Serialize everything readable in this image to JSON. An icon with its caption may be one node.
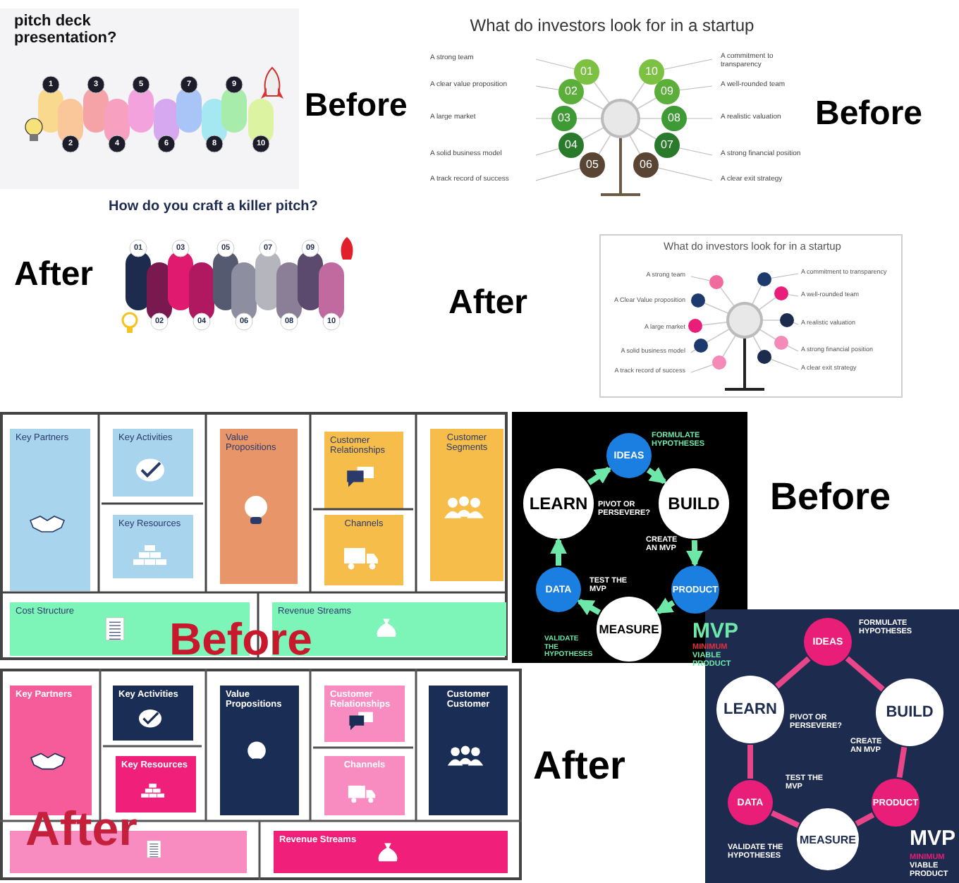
{
  "diagram": {
    "nodes": [
      {
        "text": [
          "pitch deck presentation?"
        ]
      },
      {
        "text": [
          "What do investors look for in a startup"
        ]
      },
      {
        "text": [
          "How do you craft a killer pitch?"
        ]
      },
      {
        "text": [
          "What do investors look for in a startup"
        ]
      },
      {
        "text": [],
        "shape": "box"
      },
      {
        "text": [
          "Key Partners"
        ],
        "in": 4
      },
      {
        "text": [
          "Key Activities"
        ],
        "in": 4
      },
      {
        "text": [
          "Key Resources"
        ],
        "in": 4
      },
      {
        "text": [
          "Value Propositions"
        ],
        "in": 4
      },
      {
        "text": [
          "Customer Relationships"
        ],
        "in": 4
      },
      {
        "text": [
          "Channels"
        ],
        "in": 4
      },
      {
        "text": [
          "Customer Segments"
        ],
        "in": 4
      },
      {
        "text": [
          "Cost Structure"
        ],
        "in": 4
      },
      {
        "text": [
          "Revenue Streams"
        ],
        "in": 4
      },
      {
        "text": [],
        "shape": "box"
      },
      {
        "text": [
          "IDEAS"
        ],
        "in": 14
      },
      {
        "text": [
          "BUILD"
        ],
        "in": 14
      },
      {
        "text": [
          "PRODUCT"
        ],
        "in": 14
      },
      {
        "text": [
          "MEASURE"
        ],
        "in": 14
      },
      {
        "text": [
          "DATA"
        ],
        "in": 14
      },
      {
        "text": [
          "LEARN"
        ],
        "in": 14
      },
      {
        "text": [],
        "shape": "box"
      },
      {
        "text": [
          "Key Partners"
        ],
        "in": 21
      },
      {
        "text": [
          "Key Activities"
        ],
        "in": 21
      },
      {
        "text": [
          "Value Propositions"
        ],
        "in": 21
      },
      {
        "text": [
          "Customer Relationships"
        ],
        "in": 21
      },
      {
        "text": [
          "Customer Customer"
        ],
        "in": 21
      },
      {
        "text": [
          "Key Resources"
        ],
        "in": 21
      },
      {
        "text": [
          "Channels"
        ],
        "in": 21
      },
      {
        "text": [],
        "shape": "box",
        "in": 21
      },
      {
        "text": [
          "Revenue Streams"
        ],
        "in": 21
      },
      {
        "text": [],
        "shape": "box"
      },
      {
        "text": [
          "IDEAS"
        ],
        "in": 31
      },
      {
        "text": [
          "BUILD"
        ],
        "in": 31
      },
      {
        "text": [
          "PRODUCT"
        ],
        "in": 31
      },
      {
        "text": [
          "MEASURE"
        ],
        "in": 31
      },
      {
        "text": [
          "DATA"
        ],
        "in": 31
      },
      {
        "text": [
          "LEARN"
        ],
        "in": 31
      }
    ],
    "edges": [
      {
        "from": 15,
        "to": 16,
        "arrow": "to",
        "color": "#6ee8a8"
      },
      {
        "from": 16,
        "to": 17,
        "arrow": "to",
        "color": "#6ee8a8"
      },
      {
        "from": 17,
        "to": 18,
        "arrow": "to",
        "color": "#6ee8a8"
      },
      {
        "from": 18,
        "to": 19,
        "arrow": "to",
        "color": "#6ee8a8"
      },
      {
        "from": 19,
        "to": 20,
        "arrow": "to",
        "color": "#6ee8a8"
      },
      {
        "from": 20,
        "to": 15,
        "arrow": "to",
        "color": "#6ee8a8"
      },
      {
        "from": 32,
        "to": 33,
        "arrow": "none",
        "color": "#e8458a"
      },
      {
        "from": 33,
        "to": 34,
        "arrow": "none",
        "color": "#e8458a"
      },
      {
        "from": 34,
        "to": 35,
        "arrow": "none",
        "color": "#e8458a"
      },
      {
        "from": 35,
        "to": 36,
        "arrow": "none",
        "color": "#e8458a"
      },
      {
        "from": 36,
        "to": 37,
        "arrow": "none",
        "color": "#e8458a"
      },
      {
        "from": 37,
        "to": 32,
        "arrow": "none",
        "color": "#e8458a"
      }
    ],
    "labels": [
      "Before",
      "Before",
      "After",
      "After",
      "Before",
      "Before",
      "After",
      "After",
      "1",
      "2",
      "3",
      "4",
      "5",
      "6",
      "7",
      "8",
      "9",
      "10",
      "01",
      "02",
      "03",
      "04",
      "05",
      "06",
      "07",
      "08",
      "09",
      "10",
      "A strong team",
      "A clear value proposition",
      "A large market",
      "A solid business model",
      "A track record of success",
      "A commitment to transparency",
      "A well-rounded team",
      "A realistic valuation",
      "A strong financial position",
      "A clear exit strategy",
      "01",
      "02",
      "03",
      "04",
      "05",
      "06",
      "07",
      "08",
      "09",
      "10",
      "A strong team",
      "A Clear Value proposition",
      "A large market",
      "A solid business model",
      "A track record of success",
      "A commitment to transparency",
      "A well-rounded team",
      "A realistic valuation",
      "A strong financial position",
      "A clear exit strategy",
      "FORMULATE HYPOTHESES",
      "PIVOT OR PERSEVERE?",
      "CREATE AN MVP",
      "TEST THE MVP",
      "VALIDATE THE HYPOTHESES",
      "MVP",
      "MINIMUM",
      "VIABLE PRODUCT",
      "FORMULATE HYPOTHESES",
      "PIVOT OR PERSEVERE?",
      "CREATE AN MVP",
      "TEST THE MVP",
      "VALIDATE THE HYPOTHESES",
      "MVP",
      "MINIMUM",
      "VIABLE PRODUCT"
    ]
  }
}
